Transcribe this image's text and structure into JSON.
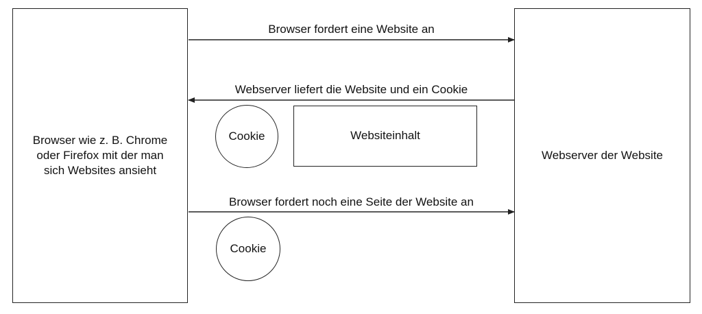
{
  "browser": {
    "label_lines": [
      "Browser wie z. B. Chrome",
      "oder Firefox mit der man",
      "sich Websites ansieht"
    ]
  },
  "server": {
    "label": "Webserver der Website"
  },
  "arrows": [
    {
      "label": "Browser fordert eine Website an",
      "direction": "browser-to-server"
    },
    {
      "label": "Webserver liefert die Website und ein Cookie",
      "direction": "server-to-browser"
    },
    {
      "label": "Browser fordert noch eine Seite der Website an",
      "direction": "browser-to-server"
    }
  ],
  "response": {
    "cookie_label": "Cookie",
    "content_label": "Websiteinhalt"
  },
  "request2": {
    "cookie_label": "Cookie"
  }
}
